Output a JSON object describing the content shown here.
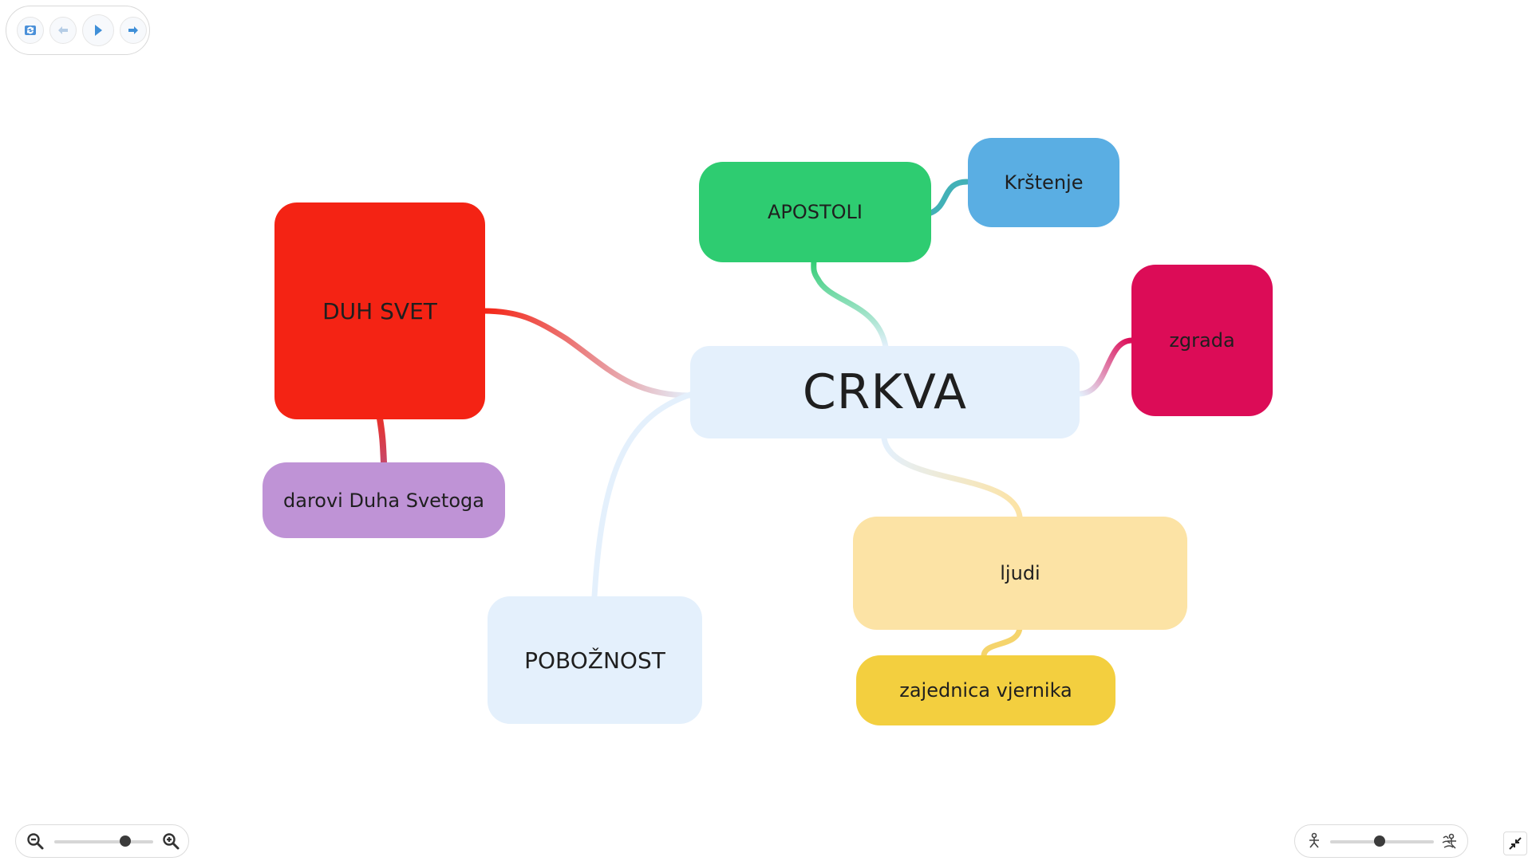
{
  "mindmap": {
    "central": {
      "label": "CRKVA",
      "color": "#e4f0fc"
    },
    "nodes": {
      "duh_svet": {
        "label": "DUH SVET",
        "color": "#f42314"
      },
      "darovi": {
        "label": "darovi Duha Svetoga",
        "color": "#bf93d6"
      },
      "apostoli": {
        "label": "APOSTOLI",
        "color": "#2ecc71"
      },
      "krstenje": {
        "label": "Krštenje",
        "color": "#5aaee3"
      },
      "zgrada": {
        "label": "zgrada",
        "color": "#dc0c57"
      },
      "ljudi": {
        "label": "ljudi",
        "color": "#fce3a5"
      },
      "zajednica": {
        "label": "zajednica vjernika",
        "color": "#f3cf3f"
      },
      "poboznost": {
        "label": "POBOŽNOST",
        "color": "#e4f0fc"
      }
    }
  },
  "toolbar": {
    "icons": [
      "refresh-icon",
      "arrow-left-icon",
      "play-icon",
      "arrow-right-icon"
    ]
  },
  "zoom": {
    "level_fraction": 0.72,
    "icons": [
      "zoom-out-icon",
      "zoom-in-icon"
    ]
  },
  "density": {
    "level_fraction": 0.48,
    "icons": [
      "sparse-branch-icon",
      "dense-branch-icon"
    ]
  },
  "fullscreen": {
    "icon": "collapse-icon"
  }
}
